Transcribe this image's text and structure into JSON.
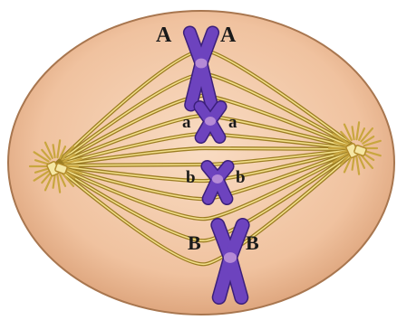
{
  "colors": {
    "background": "#ffffff",
    "cell_fill": "#f2c7a6",
    "cell_edge": "#9c6a44",
    "spindle": "#c8a640",
    "spindle_highlight": "#f6e79a",
    "chromosome": "#6a3fb5",
    "chromosome_dark": "#3f2282",
    "centromere": "#b78ad1",
    "centrosome": "#f3e39a"
  },
  "chromosome_pairs": [
    {
      "left_label": "A",
      "right_label": "A",
      "size": "large"
    },
    {
      "left_label": "a",
      "right_label": "a",
      "size": "small"
    },
    {
      "left_label": "b",
      "right_label": "b",
      "size": "small"
    },
    {
      "left_label": "B",
      "right_label": "B",
      "size": "large"
    }
  ],
  "icons": {
    "left_pole": "centrosome-icon",
    "right_pole": "centrosome-icon"
  }
}
